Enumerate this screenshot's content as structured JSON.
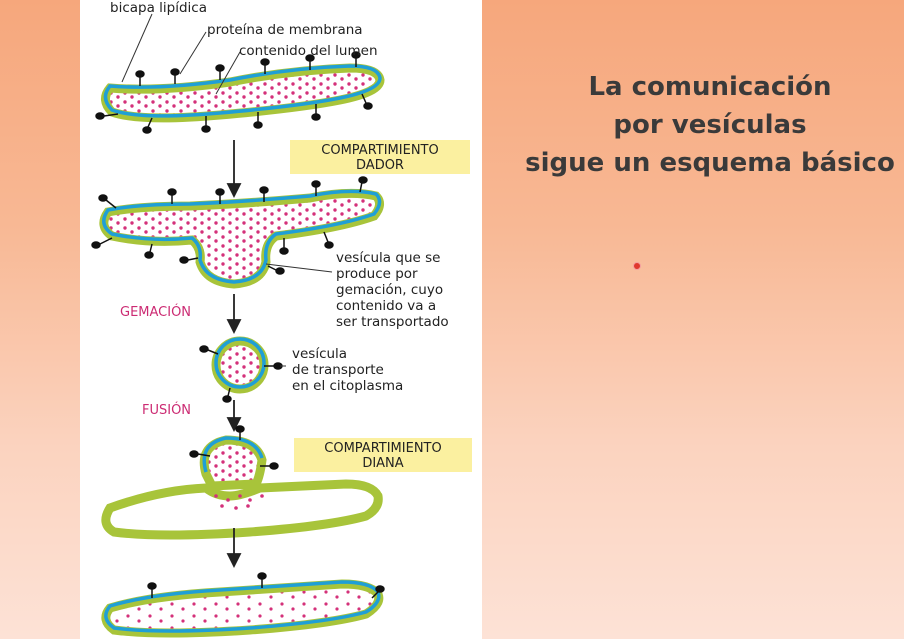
{
  "slide": {
    "title_lines": [
      "La comunicación",
      "por vesículas",
      "sigue un esquema básico"
    ]
  },
  "diagram": {
    "labels": {
      "bilayer": "bicapa lipídica",
      "membrane_protein": "proteína de membrana",
      "lumen_content": "contenido del lumen",
      "vesicle_budding": [
        "vesícula que se",
        "produce por",
        "gemación, cuyo",
        "contenido va a",
        "ser transportado"
      ],
      "transport_vesicle": [
        "vesícula",
        "de transporte",
        "en el citoplasma"
      ]
    },
    "stages": {
      "budding": "GEMACIÓN",
      "fusion": "FUSIÓN"
    },
    "compartments": {
      "donor": [
        "COMPARTIMIENTO",
        "DADOR"
      ],
      "target": [
        "COMPARTIMIENTO",
        "DIANA"
      ]
    },
    "colors": {
      "membrane_blue": "#1f9fd6",
      "membrane_green": "#a8c43a",
      "lumen_pink": "#d4317a",
      "label_box": "#fbf0a0",
      "stage_pink": "#cc2b73"
    }
  }
}
